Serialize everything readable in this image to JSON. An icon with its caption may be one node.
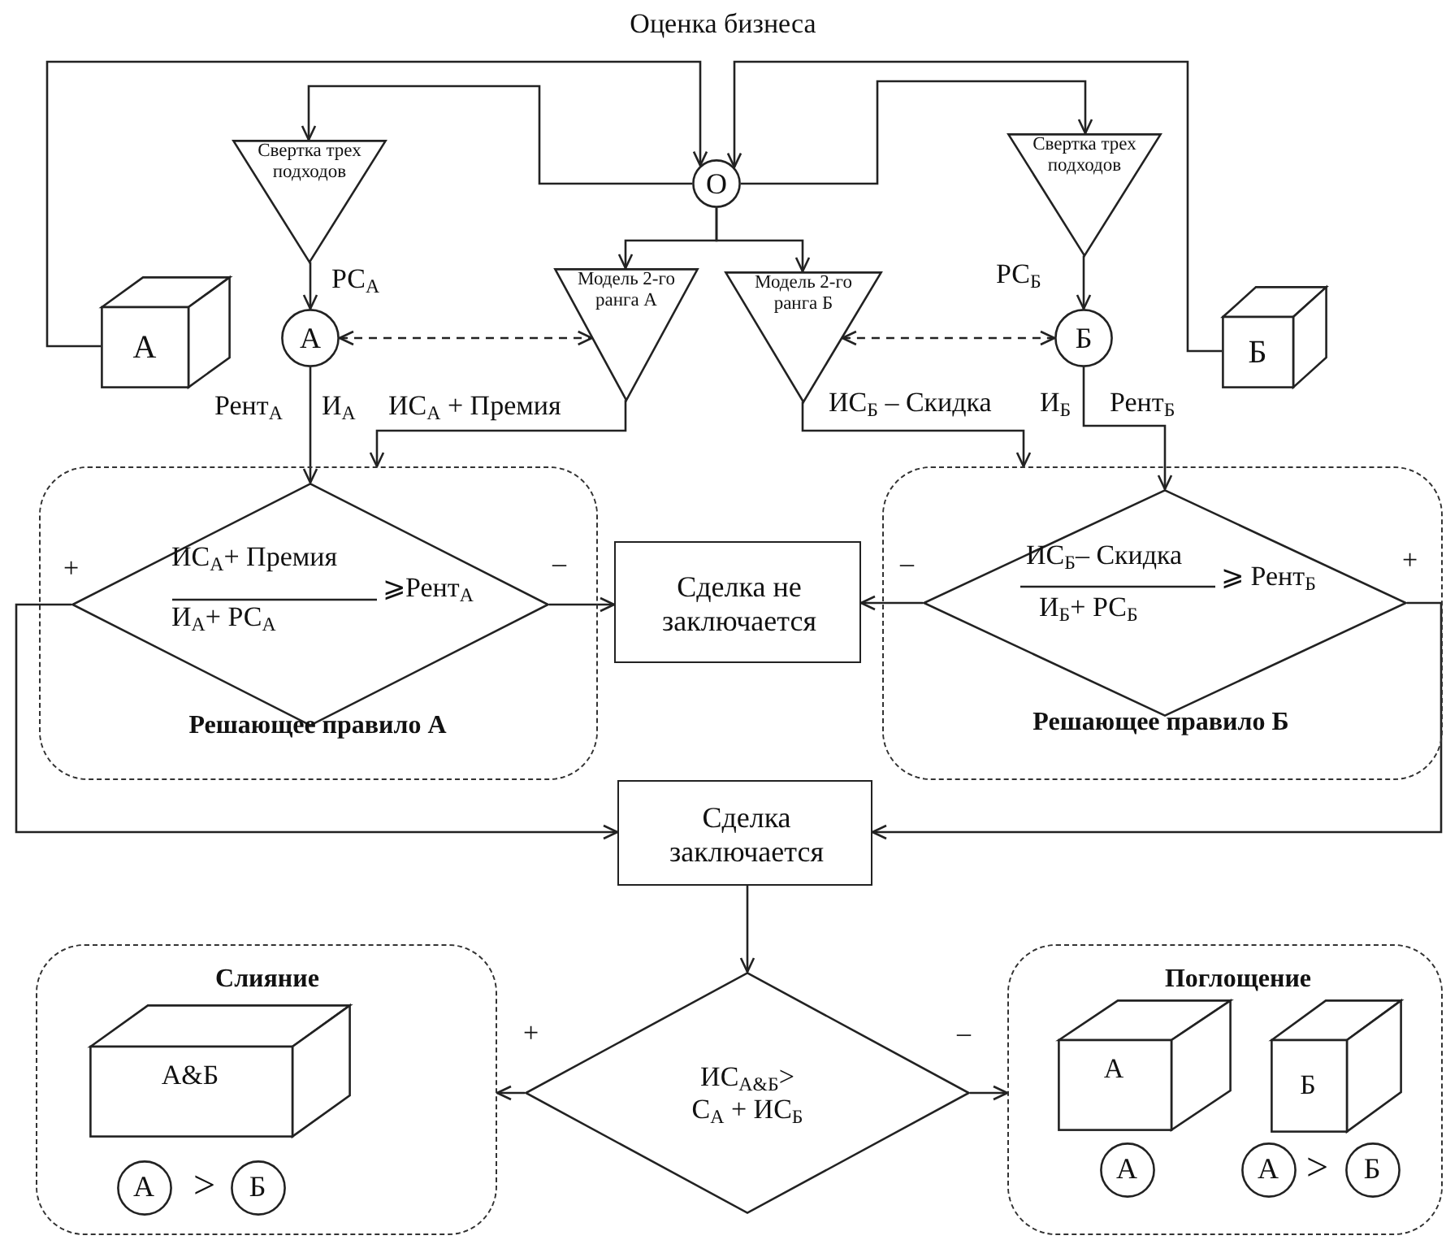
{
  "diagram": {
    "title": "Оценка бизнеса",
    "nodes": [
      {
        "text": [
          "А"
        ]
      },
      {
        "text": [
          "Б"
        ]
      },
      {
        "text": [
          "О"
        ]
      },
      {
        "text": [
          "Свертка трех подходов"
        ]
      },
      {
        "text": [
          "Свертка трех подходов"
        ]
      },
      {
        "text": [
          "А"
        ]
      },
      {
        "text": [
          "Б"
        ]
      },
      {
        "text": [
          "Модель 2-го ранга А"
        ]
      },
      {
        "text": [
          "Модель 2-го ранга Б"
        ]
      },
      {
        "text": [
          "Решающее правило А"
        ]
      },
      {
        "text": [
          "ИС$_{А}$+ Премия",
          "И$_{А}$+ РС$_{А}$",
          "⩾Рент$_{А}$"
        ],
        "in": 9
      },
      {
        "text": [
          "Сделка не заключается"
        ]
      },
      {
        "text": [
          "Решающее правило Б"
        ]
      },
      {
        "text": [
          "ИС$_{Б}$– Скидка",
          "И$_{Б}$+ РС$_{Б}$",
          "⩾ Рент$_{Б}$"
        ],
        "in": 12
      },
      {
        "text": [
          "Сделка заключается"
        ]
      },
      {
        "text": [
          "ИС$_{А&Б}$>",
          "С$_{А}$ + ИС$_{Б}$"
        ]
      },
      {
        "text": [
          "Слияние"
        ]
      },
      {
        "text": [
          "А&Б"
        ],
        "in": 16
      },
      {
        "text": [
          "А"
        ],
        "in": 16
      },
      {
        "text": [
          "Б"
        ],
        "in": 16
      },
      {
        "text": [
          "Поглощение"
        ]
      },
      {
        "text": [
          "А"
        ],
        "in": 20
      },
      {
        "text": [
          "Б"
        ],
        "in": 20
      },
      {
        "text": [
          "А"
        ],
        "in": 20
      },
      {
        "text": [
          "А"
        ],
        "in": 20
      },
      {
        "text": [
          "Б"
        ],
        "in": 20
      }
    ],
    "edges": [
      {
        "from": 0,
        "to": 2,
        "arrow": "to"
      },
      {
        "from": 1,
        "to": 2,
        "arrow": "to"
      },
      {
        "from": 2,
        "to": 3,
        "arrow": "to"
      },
      {
        "from": 2,
        "to": 4,
        "arrow": "to"
      },
      {
        "from": 2,
        "to": 7,
        "arrow": "to"
      },
      {
        "from": 2,
        "to": 8,
        "arrow": "to"
      },
      {
        "from": 3,
        "to": 5,
        "arrow": "to",
        "label": "РС$_{А}$"
      },
      {
        "from": 4,
        "to": 6,
        "arrow": "to",
        "label": "РС$_{Б}$"
      },
      {
        "from": 5,
        "to": 7,
        "arrow": "both",
        "style": "dashed"
      },
      {
        "from": 8,
        "to": 6,
        "arrow": "both",
        "style": "dashed"
      },
      {
        "from": 5,
        "to": 10,
        "arrow": "to"
      },
      {
        "from": 7,
        "to": 9,
        "arrow": "to",
        "label": "ИС$_{А}$ + Премия"
      },
      {
        "from": 8,
        "to": 12,
        "arrow": "to",
        "label": "ИС$_{Б}$ – Скидка"
      },
      {
        "from": 6,
        "to": 13,
        "arrow": "to"
      },
      {
        "from": 10,
        "to": 11,
        "arrow": "to",
        "label": "–"
      },
      {
        "from": 13,
        "to": 11,
        "arrow": "to",
        "label": "–"
      },
      {
        "from": 10,
        "to": 14,
        "arrow": "to",
        "label": "+"
      },
      {
        "from": 13,
        "to": 14,
        "arrow": "to",
        "label": "+"
      },
      {
        "from": 14,
        "to": 15,
        "arrow": "to"
      },
      {
        "from": 15,
        "to": 16,
        "arrow": "to",
        "label": "+"
      },
      {
        "from": 15,
        "to": 20,
        "arrow": "to",
        "label": "–"
      }
    ],
    "labels": [
      "Рент$_{А}$",
      "И$_{А}$",
      "И$_{Б}$",
      "Рент$_{Б}$",
      ">",
      ">"
    ]
  }
}
